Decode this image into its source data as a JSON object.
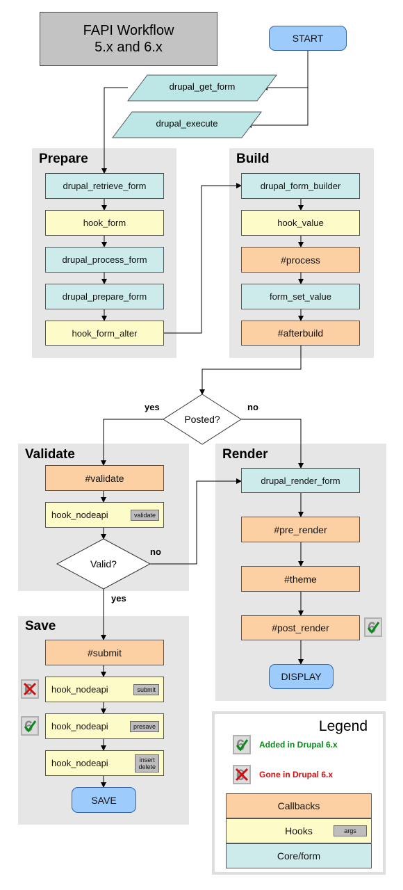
{
  "title": {
    "line1": "FAPI Workflow",
    "line2": "5.x and 6.x"
  },
  "start_label": "START",
  "entry": {
    "get_form": "drupal_get_form",
    "execute": "drupal_execute"
  },
  "prepare": {
    "title": "Prepare",
    "steps": [
      "drupal_retrieve_form",
      "hook_form",
      "drupal_process_form",
      "drupal_prepare_form",
      "hook_form_alter"
    ]
  },
  "build": {
    "title": "Build",
    "steps": [
      "drupal_form_builder",
      "hook_value",
      "#process",
      "form_set_value",
      "#afterbuild"
    ]
  },
  "posted": {
    "question": "Posted?",
    "yes": "yes",
    "no": "no"
  },
  "validate": {
    "title": "Validate",
    "step1": "#validate",
    "nodeapi": "hook_nodeapi",
    "nodeapi_arg": "validate",
    "question": "Valid?",
    "no": "no",
    "yes": "yes"
  },
  "render": {
    "title": "Render",
    "steps": [
      "drupal_render_form",
      "#pre_render",
      "#theme",
      "#post_render"
    ],
    "display": "DISPLAY"
  },
  "save": {
    "title": "Save",
    "submit": "#submit",
    "nodeapi1": "hook_nodeapi",
    "nodeapi1_arg": "submit",
    "nodeapi2": "hook_nodeapi",
    "nodeapi2_arg": "presave",
    "nodeapi3": "hook_nodeapi",
    "nodeapi3_arg_1": "insert",
    "nodeapi3_arg_2": "delete",
    "end": "SAVE"
  },
  "legend": {
    "title": "Legend",
    "added": "Added in Drupal 6.x",
    "gone": "Gone in Drupal 6.x",
    "callbacks": "Callbacks",
    "hooks": "Hooks",
    "hooks_arg": "args",
    "core": "Core/form",
    "added_color": "#0a8a1a",
    "gone_color": "#d01010"
  },
  "colors": {
    "panel": "#e6e6e6",
    "core": "#cdebeb",
    "hook": "#fdfcc8",
    "callback": "#fcd0a3",
    "terminal": "#9dcbfb",
    "entry": "#bde6e6"
  }
}
